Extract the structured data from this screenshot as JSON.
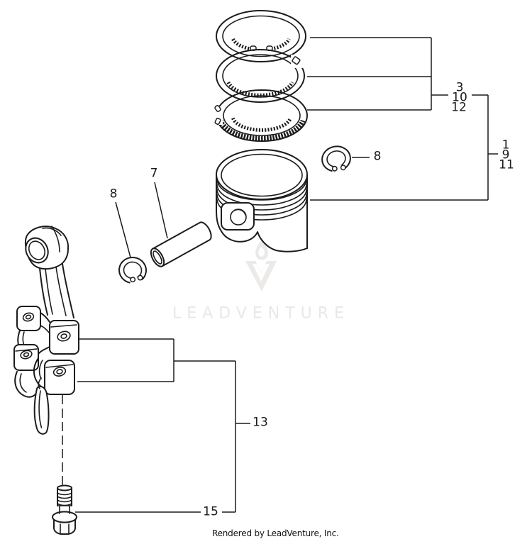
{
  "colors": {
    "background": "#ffffff",
    "line": "#1c1c1c",
    "watermark_text": "#e8e8e8",
    "watermark_logo": "#ece9e9"
  },
  "callouts": {
    "ring_group": [
      "3",
      "10",
      "12"
    ],
    "piston_group": [
      "1",
      "9",
      "11"
    ],
    "pin_clip_right": "8",
    "pin": "7",
    "pin_clip_left": "8",
    "rod_assembly": "13",
    "rod_bolt": "15"
  },
  "parts": [
    "piston-ring-top",
    "piston-ring-middle",
    "piston-oil-ring",
    "piston",
    "piston-pin-clip-right",
    "piston-pin",
    "piston-pin-clip-left",
    "connecting-rod",
    "rod-cap",
    "rod-bearing-shell",
    "rod-bolt"
  ],
  "watermark": {
    "text": "LEADVENTURE"
  },
  "footer": {
    "text": "Rendered by LeadVenture, Inc."
  }
}
